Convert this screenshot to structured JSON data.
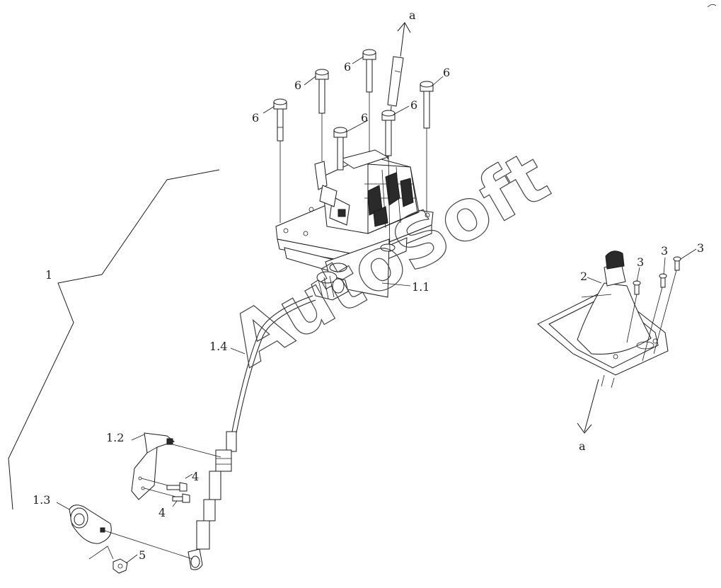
{
  "labels": {
    "l_1": "1",
    "l_1_1": "1.1",
    "l_1_2": "1.2",
    "l_1_3": "1.3",
    "l_1_4": "1.4",
    "l_2": "2",
    "l_3": "3",
    "l_4": "4",
    "l_5": "5",
    "l_6": "6",
    "l_a": "a"
  },
  "watermark": "AutoSoft"
}
